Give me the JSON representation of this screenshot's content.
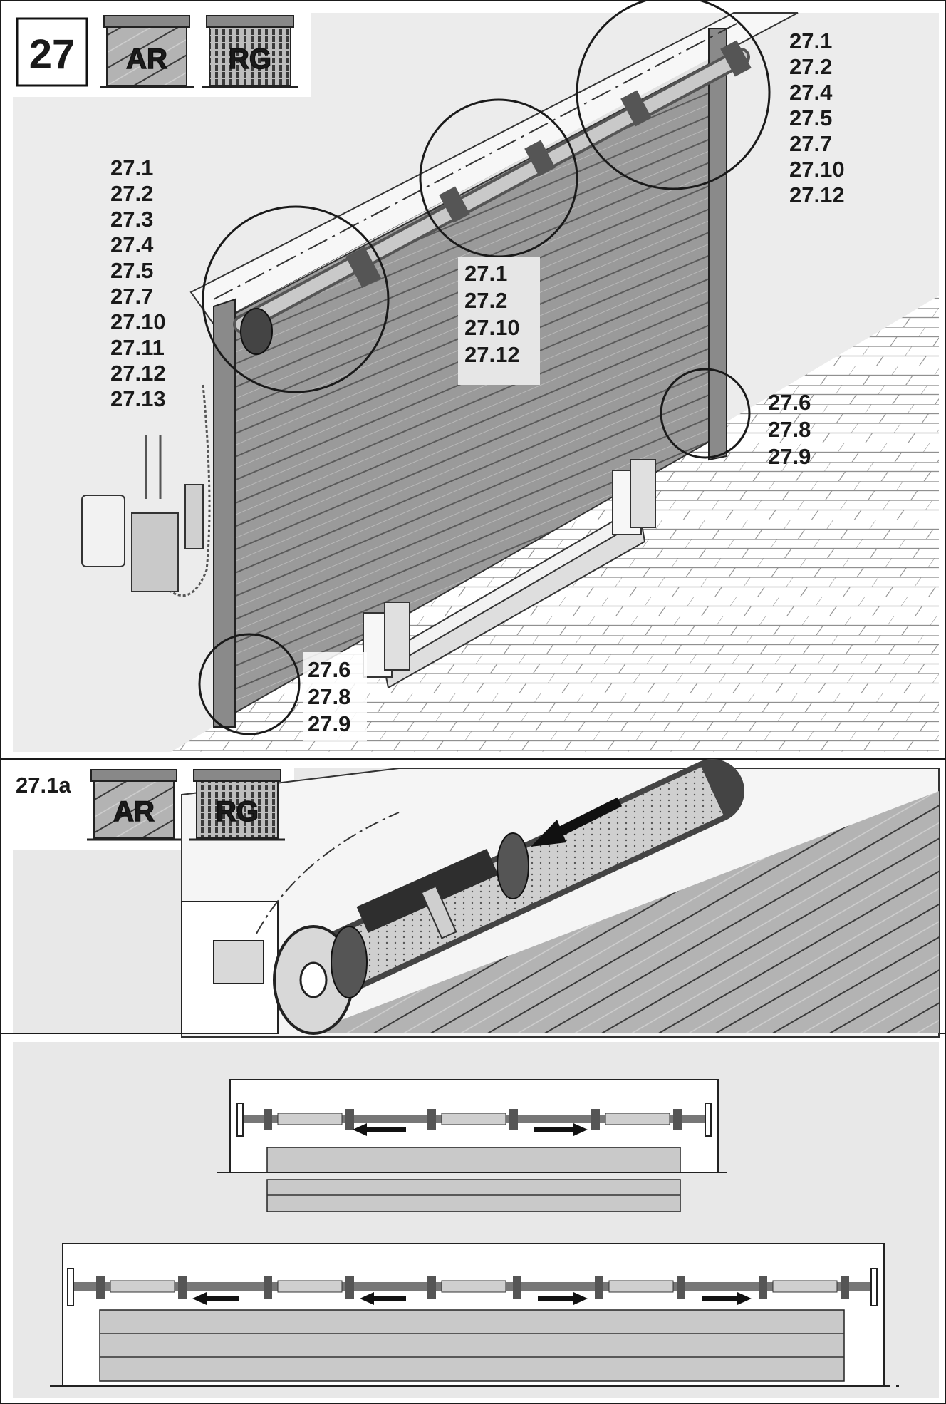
{
  "panel_main": {
    "step_number": "27",
    "badges": [
      "AR",
      "RG"
    ],
    "callouts": {
      "top_right": [
        "27.1",
        "27.2",
        "27.4",
        "27.5",
        "27.7",
        "27.10",
        "27.12"
      ],
      "left": [
        "27.1",
        "27.2",
        "27.3",
        "27.4",
        "27.5",
        "27.7",
        "27.10",
        "27.11",
        "27.12",
        "27.13"
      ],
      "middle": [
        "27.1",
        "27.2",
        "27.10",
        "27.12"
      ],
      "right_floor": [
        "27.6",
        "27.8",
        "27.9"
      ],
      "bottom_left": [
        "27.6",
        "27.8",
        "27.9"
      ]
    }
  },
  "panel_detail": {
    "step_label": "27.1a",
    "badges": [
      "AR",
      "RG"
    ]
  },
  "panel_schematic": {}
}
